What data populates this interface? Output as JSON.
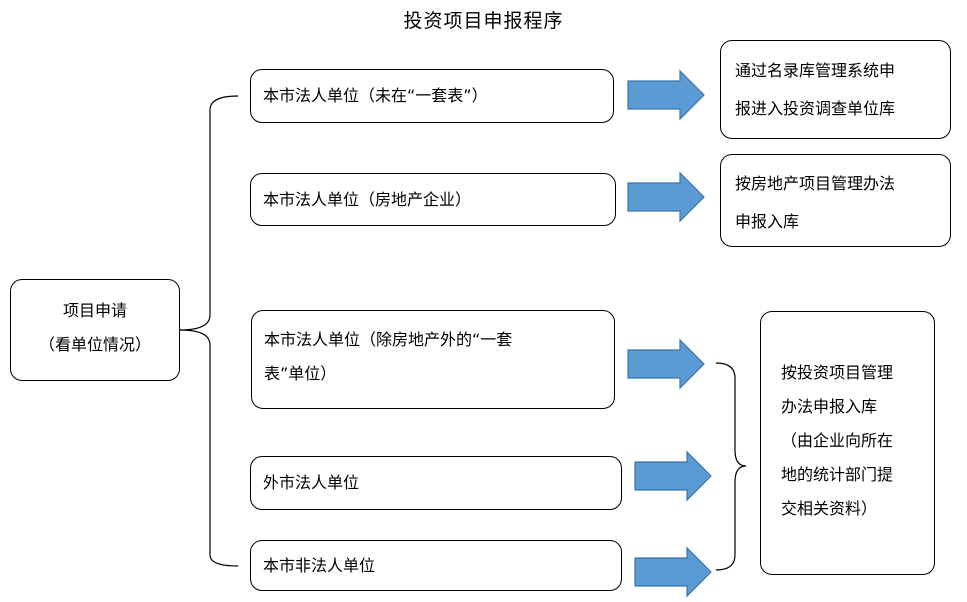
{
  "title": "投资项目申报程序",
  "colors": {
    "arrow_fill": "#5B9BD5",
    "arrow_stroke": "#3E75A8",
    "border": "#000000"
  },
  "root": {
    "label": "项目申请\n（看单位情况）"
  },
  "categories": [
    {
      "label": "本市法人单位（未在“一套表”）"
    },
    {
      "label": "本市法人单位（房地产企业）"
    },
    {
      "label": "本市法人单位（除房地产外的“一套\n表”单位）"
    },
    {
      "label": "外市法人单位"
    },
    {
      "label": "本市非法人单位"
    }
  ],
  "results": [
    {
      "label": "通过名录库管理系统申\n报进入投资调查单位库"
    },
    {
      "label": "按房地产项目管理办法\n申报入库"
    },
    {
      "label": "按投资项目管理\n办法申报入库\n（由企业向所在\n地的统计部门提\n交相关资料）"
    }
  ]
}
